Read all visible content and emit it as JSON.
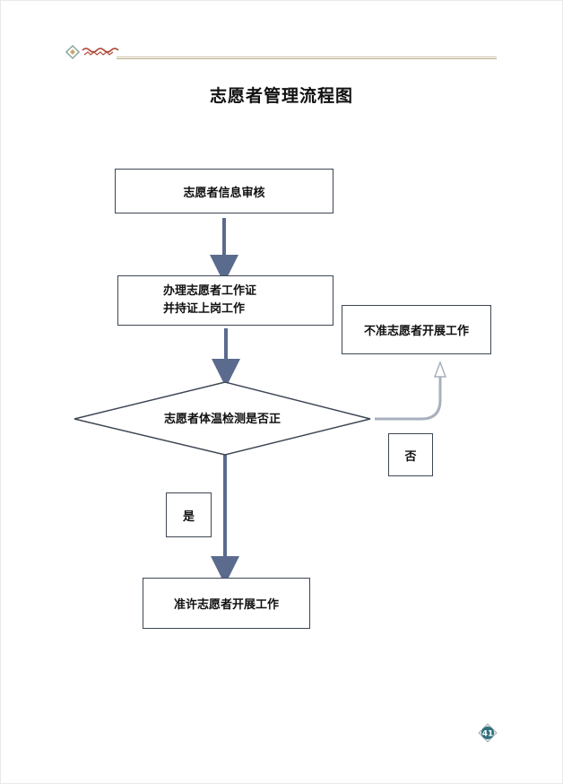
{
  "document": {
    "title": "志愿者管理流程图"
  },
  "flowchart": {
    "step1": "志愿者信息审核",
    "step2_line1": "办理志愿者工作证",
    "step2_line2": "并持证上岗工作",
    "decision": "志愿者体温检测是否正",
    "reject": "不准志愿者开展工作",
    "approve": "准许志愿者开展工作",
    "label_no": "否",
    "label_yes": "是"
  },
  "footer": {
    "page_number": "41"
  },
  "colors": {
    "arrow": "#5b6b8e",
    "branch_arrow": "#a9b0bd",
    "border": "#3d4654",
    "badge": "#2f6f7a"
  }
}
